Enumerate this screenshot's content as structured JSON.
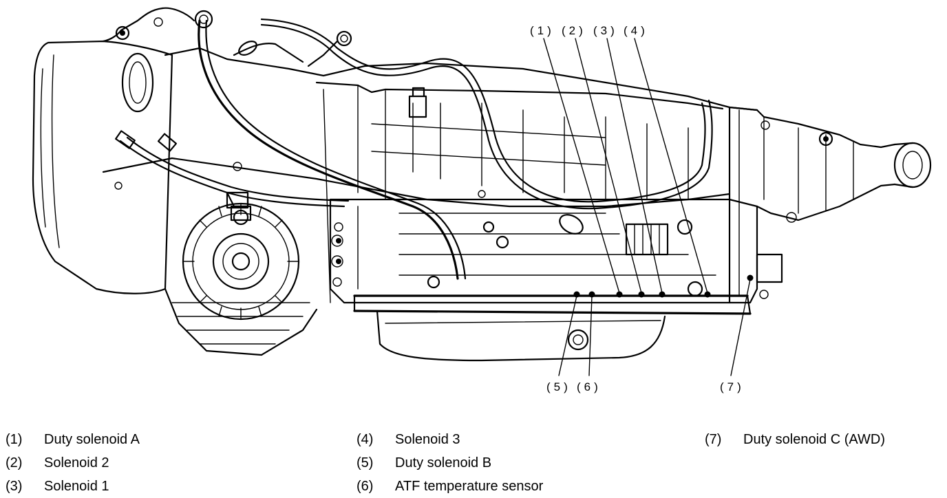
{
  "diagram": {
    "callouts_top": [
      {
        "num": "(1)"
      },
      {
        "num": "(2)"
      },
      {
        "num": "(3)"
      },
      {
        "num": "(4)"
      }
    ],
    "callouts_bottom": [
      {
        "num": "(5)"
      },
      {
        "num": "(6)"
      },
      {
        "num": "(7)"
      }
    ]
  },
  "legend": {
    "columns": [
      [
        {
          "num": "(1)",
          "label": "Duty solenoid A"
        },
        {
          "num": "(2)",
          "label": "Solenoid 2"
        },
        {
          "num": "(3)",
          "label": "Solenoid 1"
        }
      ],
      [
        {
          "num": "(4)",
          "label": "Solenoid 3"
        },
        {
          "num": "(5)",
          "label": "Duty solenoid B"
        },
        {
          "num": "(6)",
          "label": "ATF temperature sensor"
        }
      ],
      [
        {
          "num": "(7)",
          "label": "Duty solenoid C (AWD)"
        }
      ]
    ]
  }
}
